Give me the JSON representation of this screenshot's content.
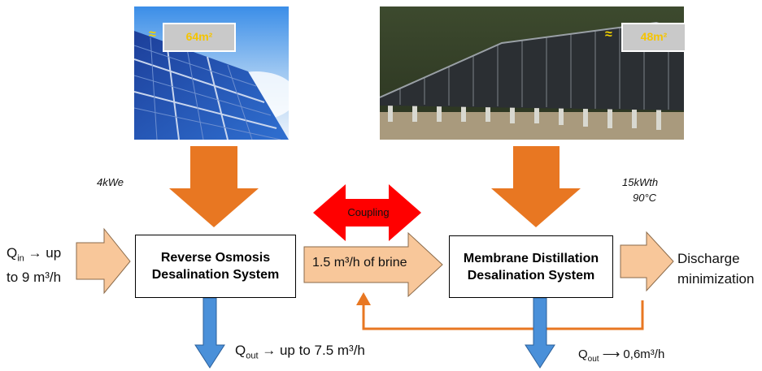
{
  "pv_area": "64m²",
  "thermal_area": "48m²",
  "approx_symbol": "≈",
  "power_electric": "4kWe",
  "power_thermal": "15kWth",
  "temperature": "90°C",
  "coupling": "Coupling",
  "ro_box": {
    "line1": "Reverse Osmosis",
    "line2": "Desalination System"
  },
  "md_box": {
    "line1": "Membrane Distillation",
    "line2": "Desalination System"
  },
  "q_in": {
    "symbol": "Q",
    "sub": "in",
    "line1_rest": " → up",
    "line2": "to 9 m³/h"
  },
  "brine": "1.5 m³/h of brine",
  "discharge": {
    "line1": "Discharge",
    "line2": "minimization"
  },
  "q_out_ro": {
    "symbol": "Q",
    "sub": "out",
    "rest": " → up to 7.5 m³/h"
  },
  "q_out_md": {
    "symbol": "Q",
    "sub": "out",
    "arrow": "⟶",
    "value": " 0,6m³/h"
  },
  "colors": {
    "orange": "#e87722",
    "peach": "#f8c79a",
    "blue": "#4a90d9",
    "red": "#ff0000"
  }
}
